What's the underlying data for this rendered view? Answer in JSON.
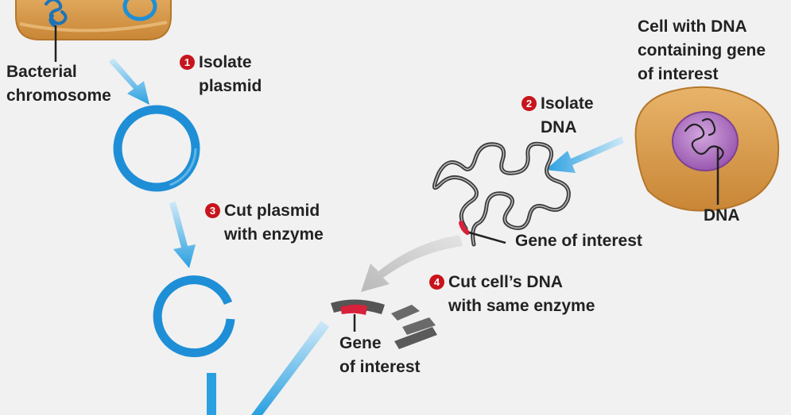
{
  "labels": {
    "bacterial_chromosome_line1": "Bacterial",
    "bacterial_chromosome_line2": "chromosome",
    "cell_with_dna_line1": "Cell with DNA",
    "cell_with_dna_line2": "containing gene",
    "cell_with_dna_line3": "of interest",
    "dna": "DNA",
    "gene_of_interest": "Gene of interest",
    "gene_line1": "Gene",
    "gene_line2": "of interest"
  },
  "steps": [
    {
      "number": "1",
      "line1": "Isolate",
      "line2": "plasmid"
    },
    {
      "number": "2",
      "line1": "Isolate",
      "line2": "DNA"
    },
    {
      "number": "3",
      "line1": "Cut plasmid",
      "line2": "with enzyme"
    },
    {
      "number": "4",
      "line1": "Cut cell’s DNA",
      "line2": "with same enzyme"
    }
  ],
  "colors": {
    "plasmid": "#1e8fd6",
    "arrow": "#2aa0e0",
    "cell": "#d99a4e",
    "nucleus": "#a66bb8",
    "gene": "#d8213a",
    "badge": "#c8141c"
  }
}
